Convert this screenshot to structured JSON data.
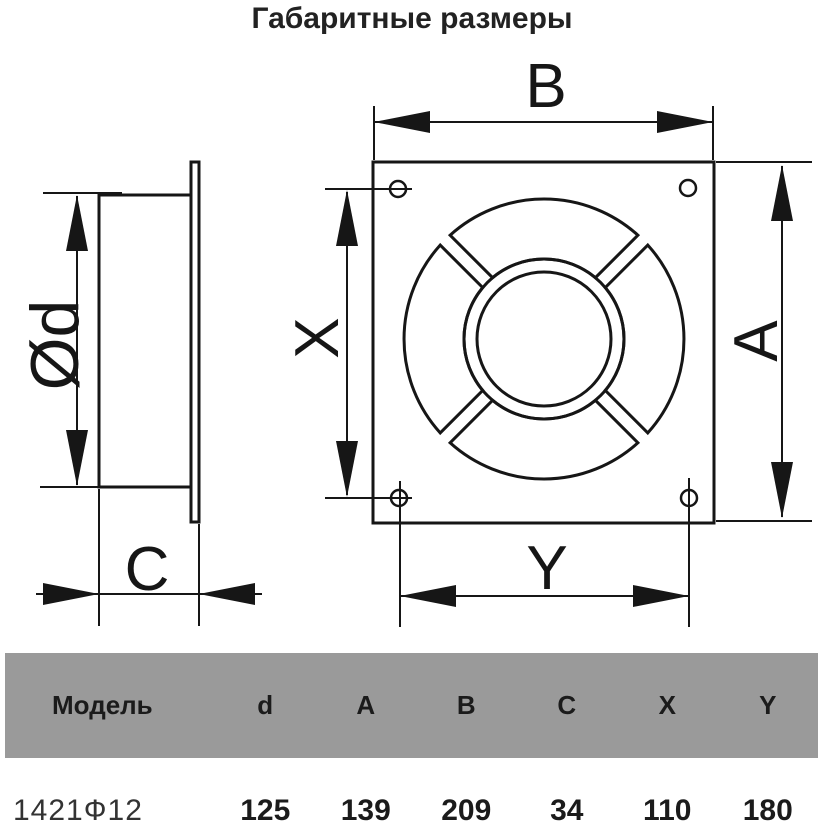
{
  "title": "Габаритные размеры",
  "drawing": {
    "labels": {
      "diameter": "Ød",
      "depth": "C",
      "width": "B",
      "height": "A",
      "hole_spacing_vertical": "X",
      "hole_spacing_horizontal": "Y"
    }
  },
  "table": {
    "headers": [
      "Модель",
      "d",
      "A",
      "B",
      "C",
      "X",
      "Y"
    ],
    "rows": [
      {
        "model": "1421Ф12",
        "d": "125",
        "A": "139",
        "B": "209",
        "C": "34",
        "X": "110",
        "Y": "180"
      }
    ]
  },
  "colors": {
    "line": "#161616",
    "table_header_bg": "#9a9a9a",
    "text": "#1b1b1b"
  }
}
